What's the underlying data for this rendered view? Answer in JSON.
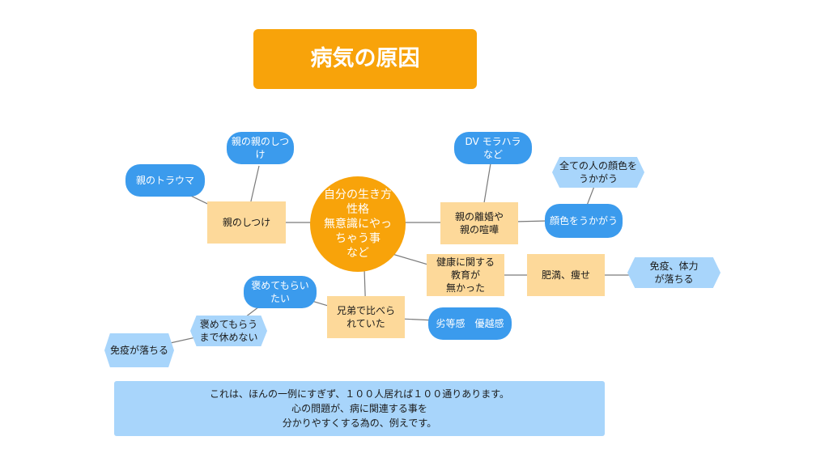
{
  "title": "病気の原因",
  "center": "自分の生き方\n性格\n無意識にやっ\nちゃう事\nなど",
  "nodes": {
    "oya_shitsuke": "親のしつけ",
    "oya_no_oya_shitsuke": "親の親のしつけ",
    "oya_trauma": "親のトラウマ",
    "rikon": "親の離婚や\n親の喧嘩",
    "dv": "DV モラハラ\nなど",
    "kaoiro": "顔色をうかがう",
    "subete_kaoiro": "全ての人の顔色を\nうかがう",
    "kenkou": "健康に関する\n教育が\n無かった",
    "himan": "肥満、痩せ",
    "meneki_tairyoku": "免疫、体力\nが落ちる",
    "kyoudai": "兄弟で比べら\nれていた",
    "rettou": "劣等感　優越感",
    "homete_moraitai": "褒めてもらい\nたい",
    "homete_morau": "褒めてもらう\nまで休めない",
    "meneki_ochiru": "免疫が落ちる"
  },
  "note": "これは、ほんの一例にすぎず、１００人居れば１００通りあります。\n心の問題が、病に関連する事を\n分かりやすくする為の、例えです。",
  "colors": {
    "orange": "#f8a30a",
    "light_orange": "#fdd99a",
    "blue": "#3b9bed",
    "light_blue": "#a8d5fb"
  }
}
